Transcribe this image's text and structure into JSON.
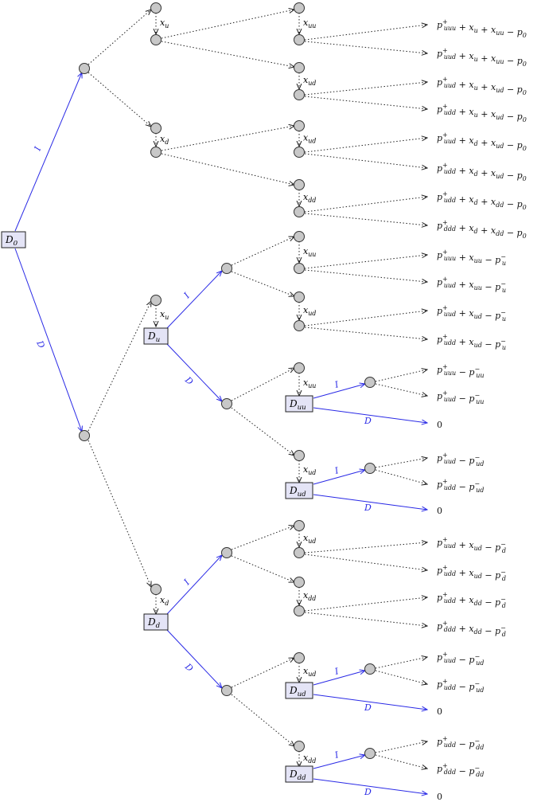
{
  "root": {
    "label": "D",
    "sub": "0"
  },
  "branches": {
    "i": "I",
    "d": "D"
  },
  "boxes": [
    {
      "id": "Du",
      "base": "D",
      "sub": "u"
    },
    {
      "id": "Duu",
      "base": "D",
      "sub": "uu"
    },
    {
      "id": "Dud",
      "base": "D",
      "sub": "ud"
    },
    {
      "id": "Dd",
      "base": "D",
      "sub": "d"
    },
    {
      "id": "Dud2",
      "base": "D",
      "sub": "ud"
    },
    {
      "id": "Ddd",
      "base": "D",
      "sub": "dd"
    }
  ],
  "x_labels": [
    "x_u",
    "x_d",
    "x_uu",
    "x_ud",
    "x_ud",
    "x_dd",
    "x_uu",
    "x_ud",
    "x_u",
    "x_uu",
    "x_ud",
    "x_d",
    "x_ud",
    "x_dd",
    "x_ud",
    "x_dd"
  ],
  "leaves": [
    [
      [
        "p",
        "+",
        "uuu"
      ],
      [
        "+ x",
        "",
        "u"
      ],
      [
        "+ x",
        "",
        "uu"
      ],
      [
        "− p",
        "",
        "0"
      ]
    ],
    [
      [
        "p",
        "+",
        "uud"
      ],
      [
        "+ x",
        "",
        "u"
      ],
      [
        "+ x",
        "",
        "uu"
      ],
      [
        "− p",
        "",
        "0"
      ]
    ],
    [
      [
        "p",
        "+",
        "uud"
      ],
      [
        "+ x",
        "",
        "u"
      ],
      [
        "+ x",
        "",
        "ud"
      ],
      [
        "− p",
        "",
        "0"
      ]
    ],
    [
      [
        "p",
        "+",
        "udd"
      ],
      [
        "+ x",
        "",
        "u"
      ],
      [
        "+ x",
        "",
        "ud"
      ],
      [
        "− p",
        "",
        "0"
      ]
    ],
    [
      [
        "p",
        "+",
        "uud"
      ],
      [
        "+ x",
        "",
        "d"
      ],
      [
        "+ x",
        "",
        "ud"
      ],
      [
        "− p",
        "",
        "0"
      ]
    ],
    [
      [
        "p",
        "+",
        "udd"
      ],
      [
        "+ x",
        "",
        "d"
      ],
      [
        "+ x",
        "",
        "ud"
      ],
      [
        "− p",
        "",
        "0"
      ]
    ],
    [
      [
        "p",
        "+",
        "udd"
      ],
      [
        "+ x",
        "",
        "d"
      ],
      [
        "+ x",
        "",
        "dd"
      ],
      [
        "− p",
        "",
        "0"
      ]
    ],
    [
      [
        "p",
        "+",
        "ddd"
      ],
      [
        "+ x",
        "",
        "d"
      ],
      [
        "+ x",
        "",
        "dd"
      ],
      [
        "− p",
        "",
        "0"
      ]
    ],
    [
      [
        "p",
        "+",
        "uuu"
      ],
      [
        "+ x",
        "",
        "uu"
      ],
      [
        "− p",
        "−",
        "u"
      ]
    ],
    [
      [
        "p",
        "+",
        "uud"
      ],
      [
        "+ x",
        "",
        "uu"
      ],
      [
        "− p",
        "−",
        "u"
      ]
    ],
    [
      [
        "p",
        "+",
        "uud"
      ],
      [
        "+ x",
        "",
        "ud"
      ],
      [
        "− p",
        "−",
        "u"
      ]
    ],
    [
      [
        "p",
        "+",
        "udd"
      ],
      [
        "+ x",
        "",
        "ud"
      ],
      [
        "− p",
        "−",
        "u"
      ]
    ],
    [
      [
        "p",
        "+",
        "uuu"
      ],
      [
        "− p",
        "−",
        "uu"
      ]
    ],
    [
      [
        "p",
        "+",
        "uud"
      ],
      [
        "− p",
        "−",
        "uu"
      ]
    ],
    [
      [
        "0",
        "",
        ""
      ]
    ],
    [
      [
        "p",
        "+",
        "uud"
      ],
      [
        "− p",
        "−",
        "ud"
      ]
    ],
    [
      [
        "p",
        "+",
        "udd"
      ],
      [
        "− p",
        "−",
        "ud"
      ]
    ],
    [
      [
        "0",
        "",
        ""
      ]
    ],
    [
      [
        "p",
        "+",
        "uud"
      ],
      [
        "+ x",
        "",
        "ud"
      ],
      [
        "− p",
        "−",
        "d"
      ]
    ],
    [
      [
        "p",
        "+",
        "udd"
      ],
      [
        "+ x",
        "",
        "ud"
      ],
      [
        "− p",
        "−",
        "d"
      ]
    ],
    [
      [
        "p",
        "+",
        "udd"
      ],
      [
        "+ x",
        "",
        "dd"
      ],
      [
        "− p",
        "−",
        "d"
      ]
    ],
    [
      [
        "p",
        "+",
        "ddd"
      ],
      [
        "+ x",
        "",
        "dd"
      ],
      [
        "− p",
        "−",
        "d"
      ]
    ],
    [
      [
        "p",
        "+",
        "uud"
      ],
      [
        "− p",
        "−",
        "ud"
      ]
    ],
    [
      [
        "p",
        "+",
        "udd"
      ],
      [
        "− p",
        "−",
        "ud"
      ]
    ],
    [
      [
        "0",
        "",
        ""
      ]
    ],
    [
      [
        "p",
        "+",
        "udd"
      ],
      [
        "− p",
        "−",
        "dd"
      ]
    ],
    [
      [
        "p",
        "+",
        "ddd"
      ],
      [
        "− p",
        "−",
        "dd"
      ]
    ],
    [
      [
        "0",
        "",
        ""
      ]
    ]
  ]
}
